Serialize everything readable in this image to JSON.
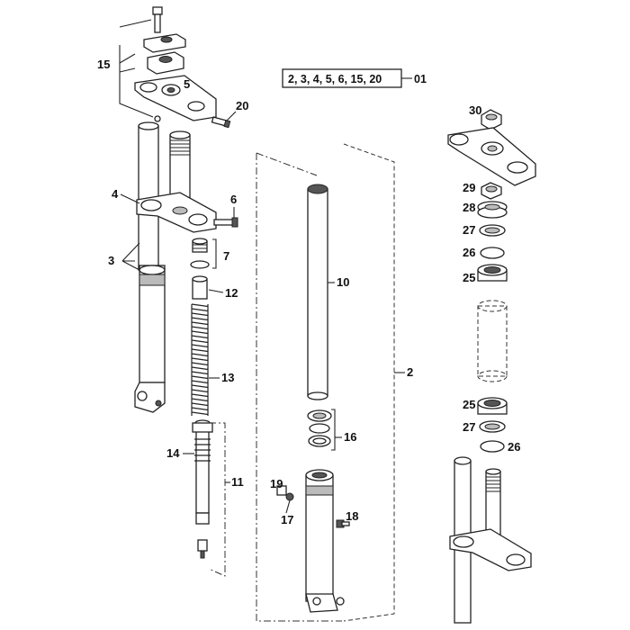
{
  "diagram": {
    "kit_box": {
      "text": "2, 3, 4, 5, 6, 15, 20",
      "ref": "01"
    },
    "labels": {
      "p2": "2",
      "p3": "3",
      "p4": "4",
      "p5": "5",
      "p6": "6",
      "p7": "7",
      "p10": "10",
      "p11": "11",
      "p12": "12",
      "p13": "13",
      "p14": "14",
      "p15": "15",
      "p16": "16",
      "p17": "17",
      "p18": "18",
      "p19": "19",
      "p20": "20",
      "p25a": "25",
      "p25b": "25",
      "p26a": "26",
      "p26b": "26",
      "p27a": "27",
      "p27b": "27",
      "p28": "28",
      "p29": "29",
      "p30": "30"
    }
  }
}
